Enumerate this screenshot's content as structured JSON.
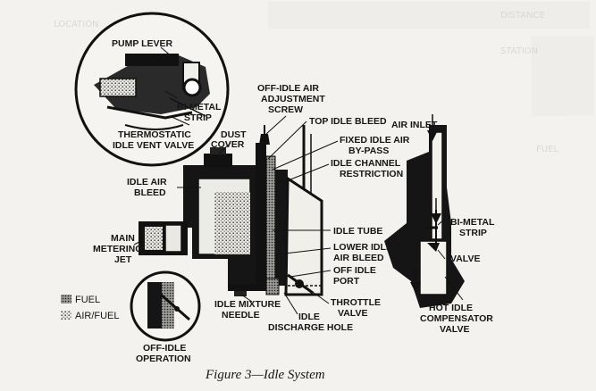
{
  "labels": {
    "pump_lever": "PUMP LEVER",
    "bi_metal_strip_top_1": "BI-METAL",
    "bi_metal_strip_top_2": "STRIP",
    "thermostatic_1": "THERMOSTATIC",
    "thermostatic_2": "IDLE VENT VALVE",
    "dust_cover_1": "DUST",
    "dust_cover_2": "COVER",
    "off_idle_screw_1": "OFF-IDLE AIR",
    "off_idle_screw_2": "ADJUSTMENT",
    "off_idle_screw_3": "SCREW",
    "top_idle_bleed": "TOP IDLE BLEED",
    "fixed_idle_air_1": "FIXED IDLE AIR",
    "fixed_idle_air_2": "BY-PASS",
    "idle_channel_1": "IDLE CHANNEL",
    "idle_channel_2": "RESTRICTION",
    "air_inlet": "AIR INLET",
    "idle_air_bleed_1": "IDLE AIR",
    "idle_air_bleed_2": "BLEED",
    "idle_tube": "IDLE TUBE",
    "lower_idle_1": "LOWER IDLE",
    "lower_idle_2": "AIR BLEED",
    "off_idle_port_1": "OFF IDLE",
    "off_idle_port_2": "PORT",
    "main_jet_1": "MAIN",
    "main_jet_2": "METERING",
    "main_jet_3": "JET",
    "bi_metal_strip_right_1": "BI-METAL",
    "bi_metal_strip_right_2": "STRIP",
    "valve": "VALVE",
    "idle_mixture_1": "IDLE MIXTURE",
    "idle_mixture_2": "NEEDLE",
    "throttle_1": "THROTTLE",
    "throttle_2": "VALVE",
    "idle_discharge_1": "IDLE",
    "idle_discharge_2": "DISCHARGE HOLE",
    "hot_idle_1": "HOT IDLE",
    "hot_idle_2": "COMPENSATOR",
    "hot_idle_3": "VALVE",
    "off_idle_op_1": "OFF-IDLE",
    "off_idle_op_2": "OPERATION"
  },
  "legend": {
    "fuel": "FUEL",
    "air_fuel": "AIR/FUEL"
  },
  "caption": "Figure 3—Idle System"
}
